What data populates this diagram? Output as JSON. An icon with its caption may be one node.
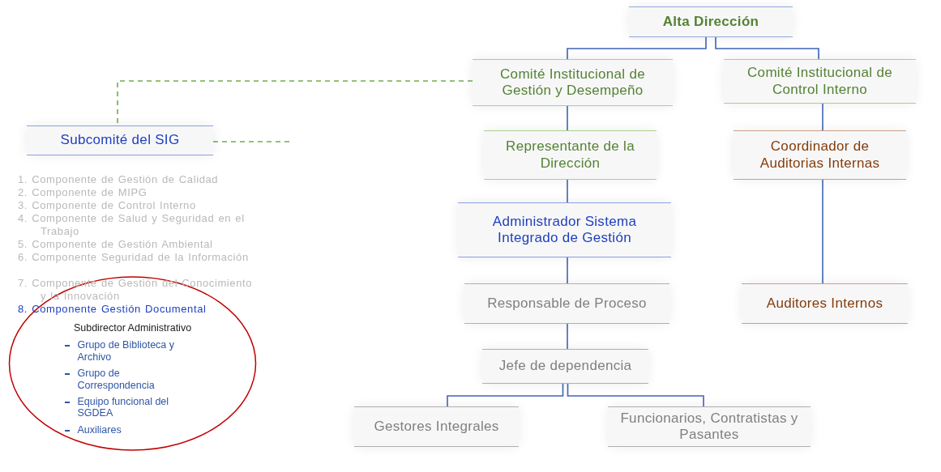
{
  "diagram": {
    "nodes": [
      {
        "text": [
          "Alta Dirección"
        ]
      },
      {
        "text": [
          "Comité Institucional de Gestión y Desempeño"
        ]
      },
      {
        "text": [
          "Comité Institucional de Control Interno"
        ]
      },
      {
        "text": [
          "Subcomité del SIG"
        ]
      },
      {
        "text": [
          "Representante de la Dirección"
        ]
      },
      {
        "text": [
          "Coordinador de Auditorias Internas"
        ]
      },
      {
        "text": [
          "Administrador Sistema Integrado de Gestión"
        ]
      },
      {
        "text": [
          "Responsable de Proceso"
        ]
      },
      {
        "text": [
          "Auditores Internos"
        ]
      },
      {
        "text": [
          "Jefe de dependencia"
        ]
      },
      {
        "text": [
          "Gestores Integrales"
        ]
      },
      {
        "text": [
          "Funcionarios, Contratistas y Pasantes"
        ]
      },
      {
        "text": [
          "Subdirector Administrativo",
          "Grupo de Biblioteca y Archivo",
          "Grupo de Correspondencia",
          "Equipo funcional del SGDEA",
          "Auxiliares"
        ]
      }
    ],
    "edges": [
      {
        "from": 0,
        "to": 1,
        "arrow": "none"
      },
      {
        "from": 0,
        "to": 2,
        "arrow": "none"
      },
      {
        "from": 1,
        "to": 3,
        "arrow": "none",
        "style": "dashed",
        "color": "#70ad47"
      },
      {
        "from": 3,
        "to": null,
        "arrow": "none",
        "style": "dashed",
        "color": "#70ad47"
      },
      {
        "from": 1,
        "to": 4,
        "arrow": "none"
      },
      {
        "from": 4,
        "to": 6,
        "arrow": "none"
      },
      {
        "from": 6,
        "to": 7,
        "arrow": "none"
      },
      {
        "from": 7,
        "to": 9,
        "arrow": "none"
      },
      {
        "from": 9,
        "to": 10,
        "arrow": "none"
      },
      {
        "from": 9,
        "to": 11,
        "arrow": "none"
      },
      {
        "from": 2,
        "to": 5,
        "arrow": "none"
      },
      {
        "from": 5,
        "to": 8,
        "arrow": "none"
      }
    ],
    "labels": [
      "1. Componente de Gestión de Calidad",
      "2. Componente de MIPG",
      "3. Componente de Control Interno",
      "4. Componente de Salud y Seguridad en el Trabajo",
      "5. Componente de Gestión Ambiental",
      "6. Componente Seguridad de la Información",
      "7. Componente de Gestión del Conocimiento y la Innovación",
      "8. Componente Gestión Documental"
    ]
  }
}
